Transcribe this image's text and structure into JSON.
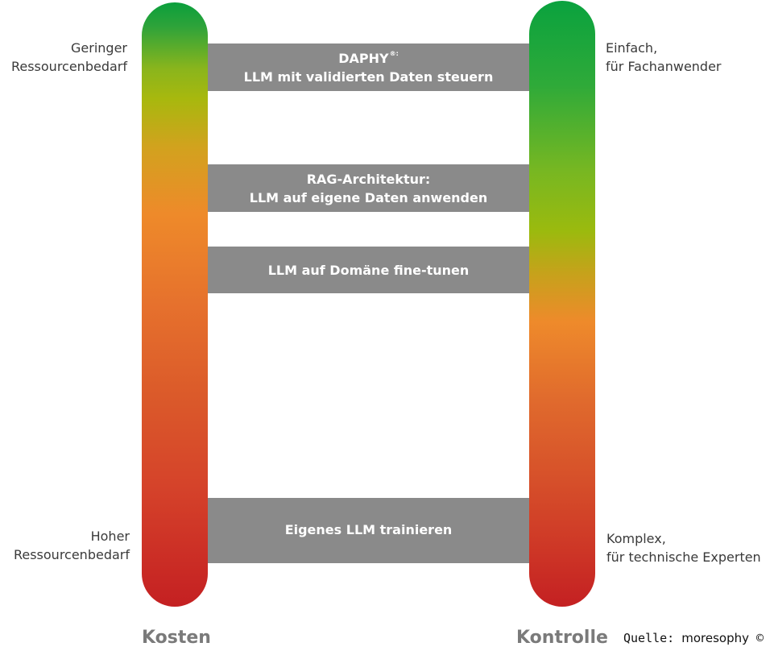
{
  "left_pillar": {
    "top_label": [
      "Geringer",
      "Ressourcenbedarf"
    ],
    "bottom_label": [
      "Hoher",
      "Ressourcenbedarf"
    ],
    "title": "Kosten",
    "gradient_colors": [
      "#0a9f3c",
      "#a8b80e",
      "#ee8a2a",
      "#c42022"
    ]
  },
  "right_pillar": {
    "top_label": [
      "Einfach,",
      "für Fachanwender"
    ],
    "bottom_label": [
      "Komplex,",
      "für technische Experten"
    ],
    "title": "Kontrolle",
    "gradient_colors": [
      "#0aa23e",
      "#9bba0e",
      "#ee8a2b",
      "#c42022"
    ]
  },
  "rungs": [
    {
      "line1": "DAPHY",
      "sup": "®:",
      "line2": "LLM mit validierten Daten steuern"
    },
    {
      "line1": "RAG-Architektur:",
      "line2": "LLM auf eigene Daten anwenden"
    },
    {
      "line1": "LLM auf Domäne fine-tunen"
    },
    {
      "line1": "Eigenes LLM trainieren"
    }
  ],
  "source": {
    "prefix": "Quelle: ",
    "brand": "moresophy",
    "suffix": " ©"
  },
  "colors": {
    "rung_fill": "#8a8a8a",
    "rung_text": "#ffffff",
    "label_text": "#3a3a3a",
    "axis_title": "#7a7a7a"
  }
}
